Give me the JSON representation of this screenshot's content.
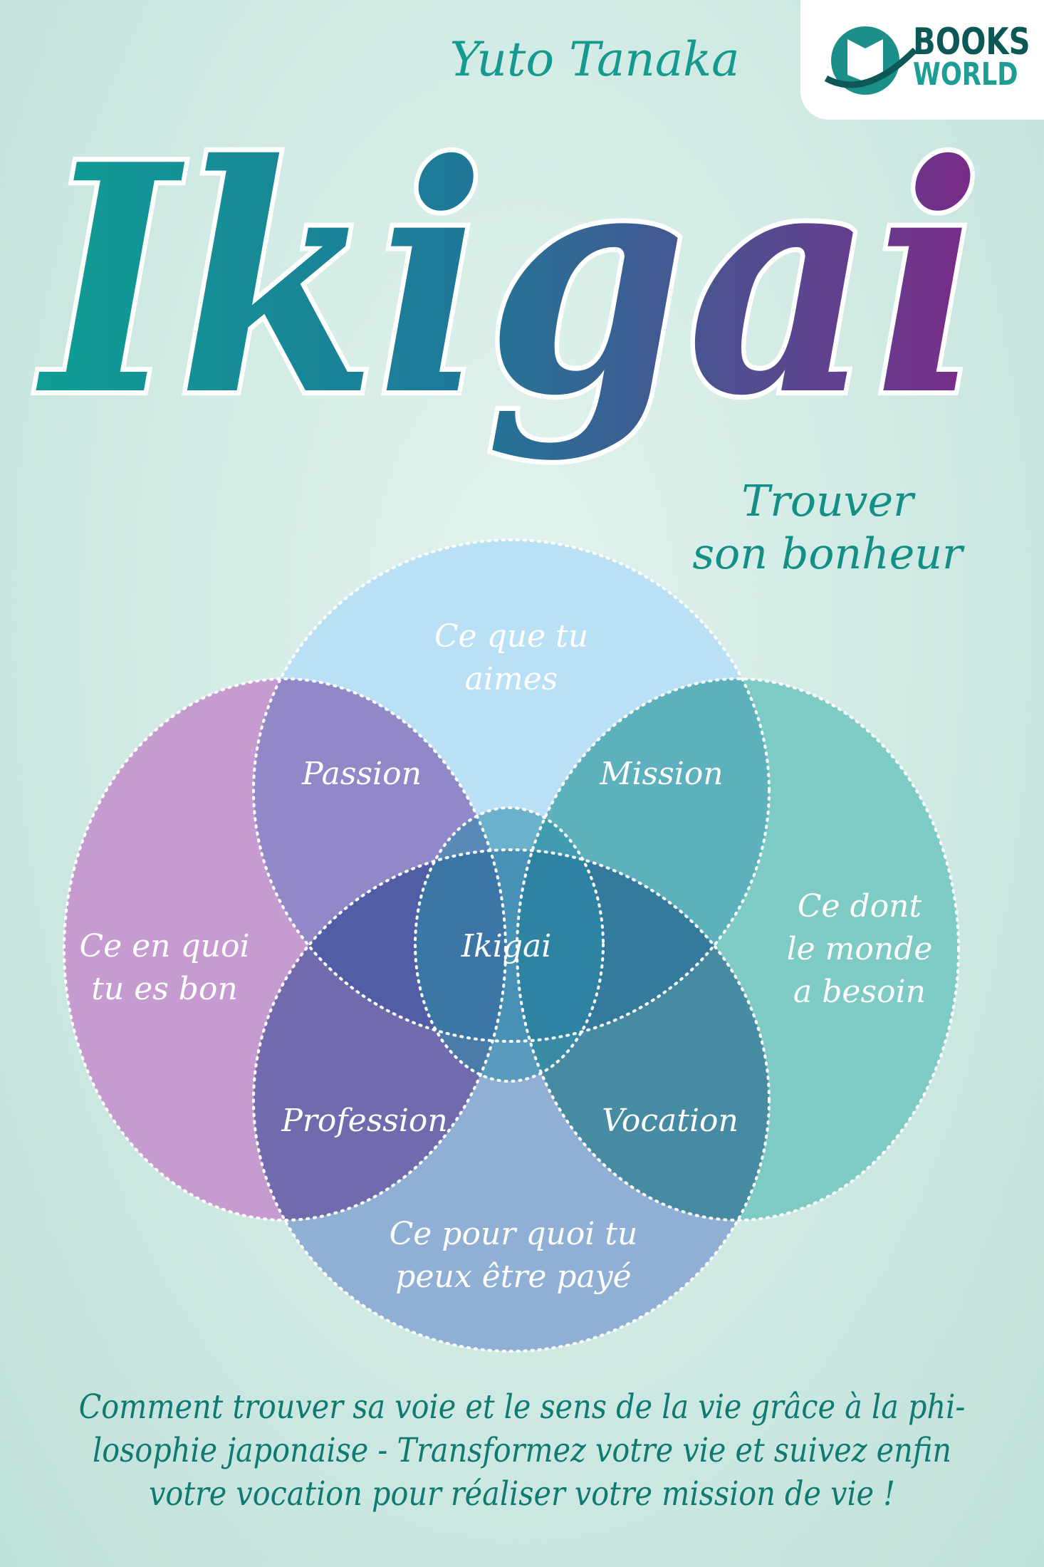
{
  "author": "Yuto Tanaka",
  "title": "Ikigai",
  "subtitle": [
    "Trouver",
    "son bonheur"
  ],
  "publisher": {
    "line1": "BOOKS",
    "line2": "WORLD"
  },
  "diagram": {
    "top": [
      "Ce que tu",
      "aimes"
    ],
    "left": [
      "Ce en quoi",
      "tu es bon"
    ],
    "right": [
      "Ce dont",
      "le monde",
      "a besoin"
    ],
    "bottom": [
      "Ce pour quoi tu",
      "peux être payé"
    ],
    "passion": "Passion",
    "mission": "Mission",
    "profession": "Profession",
    "vocation": "Vocation",
    "center": "Ikigai"
  },
  "description": [
    "Comment trouver sa voie et le sens de la vie grâce à la phi-",
    "losophie japonaise - Transformez votre vie et suivez enfin",
    "votre vocation pour réaliser votre mission de vie !"
  ],
  "colors": {
    "teal": "#0f8f8a",
    "purple": "#7a2a86",
    "text": "#0f7a72",
    "top": "#b9e0f5",
    "left": "#b98fc4",
    "right": "#7ecac4",
    "bottom": "#7a9fc8"
  }
}
